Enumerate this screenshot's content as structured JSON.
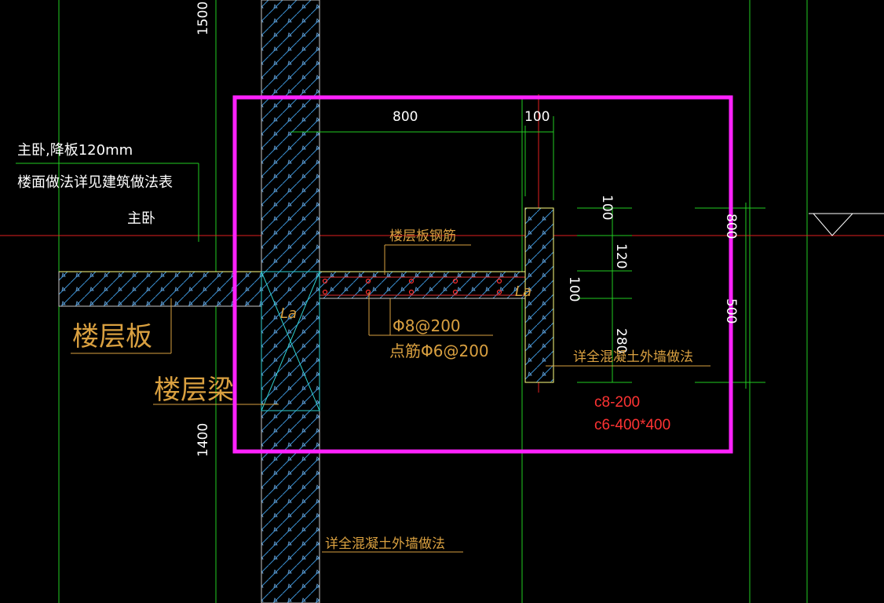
{
  "dimensions": {
    "d1500": "1500",
    "d1400": "1400",
    "d800": "800",
    "d100_top": "100",
    "d100_v": "100",
    "d800_right": "800",
    "d120": "120",
    "d100_mid": "100",
    "d280": "280",
    "d500": "500"
  },
  "notes": {
    "line1": "主卧,降板120mm",
    "line2": "楼面做法详见建筑做法表",
    "room": "主卧"
  },
  "labels": {
    "slab": "楼层板",
    "beam": "楼层梁",
    "slab_rebar": "楼层板钢筋",
    "rebar_main": "Φ8@200",
    "rebar_dist": "点筋Φ6@200",
    "wall_right": "详全混凝土外墙做法",
    "wall_bottom": "详全混凝土外墙做法",
    "la_left": "La",
    "la_right": "La"
  },
  "annotations": {
    "red1": "c8-200",
    "red2": "c6-400*400"
  },
  "colors": {
    "background": "#000000",
    "grid_green": "#22cc22",
    "axis_red": "#e02020",
    "hatch_blue": "#3a8fd0",
    "text_orange": "#d9a040",
    "highlight_magenta": "#ff22ff",
    "markup_red": "#ff3333"
  }
}
